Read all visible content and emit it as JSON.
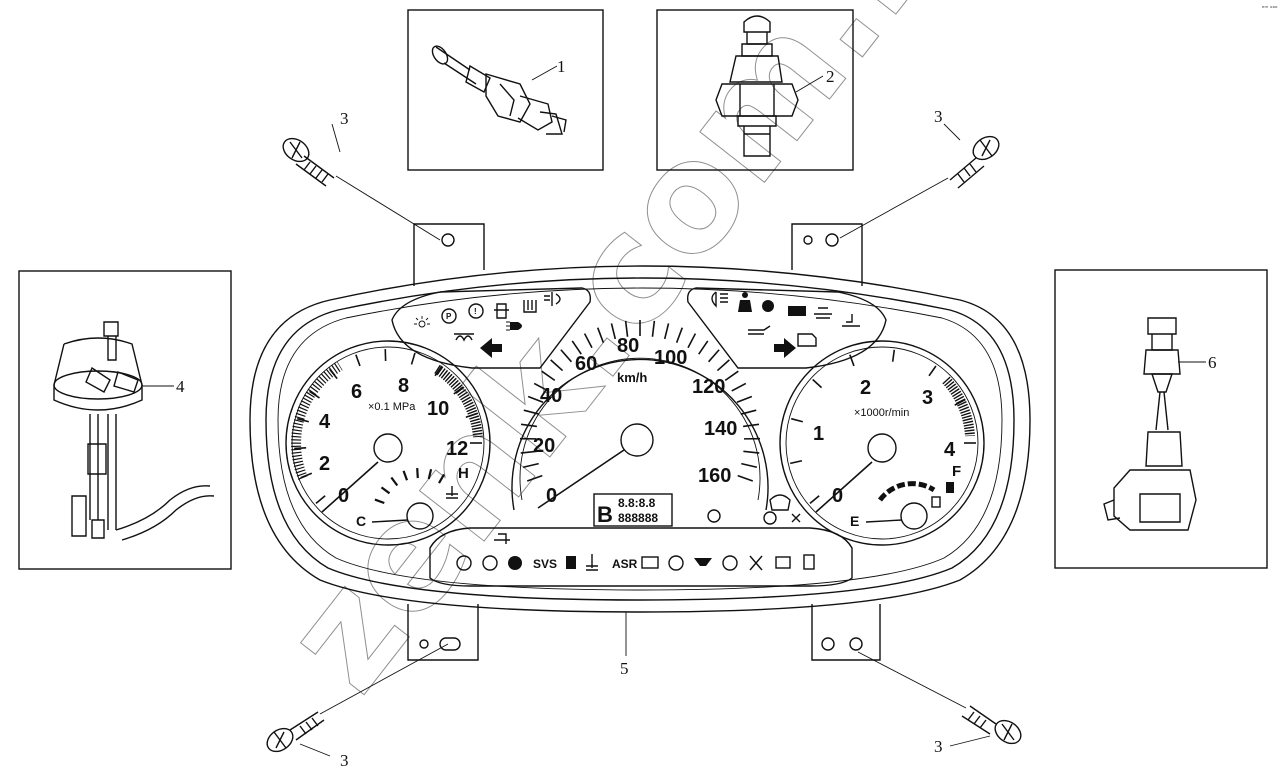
{
  "callouts": {
    "c1": "1",
    "c2": "2",
    "c3": "3",
    "c4": "4",
    "c5": "5",
    "c6": "6"
  },
  "watermark": "zenk.com.ru",
  "corner_mark": "ᵉᵐ ᵒᵒᵒ",
  "pressure_gauge": {
    "scale": [
      "0",
      "2",
      "4",
      "6",
      "8",
      "10",
      "12"
    ],
    "unit": "×0.1 MPa",
    "hot": "H",
    "cold": "C"
  },
  "speedometer": {
    "scale": [
      "0",
      "20",
      "40",
      "60",
      "80",
      "100",
      "120",
      "140",
      "160"
    ],
    "unit": "km/h",
    "lcd_top": "8.8:8.8",
    "lcd_bottom": "888888",
    "lcd_icon": "B"
  },
  "tachometer": {
    "scale": [
      "0",
      "1",
      "2",
      "3",
      "4"
    ],
    "unit": "×1000r/min",
    "fuel_full": "F",
    "fuel_empty": "E"
  },
  "warning_strip": {
    "svs": "SVS",
    "asr": "ASR"
  }
}
